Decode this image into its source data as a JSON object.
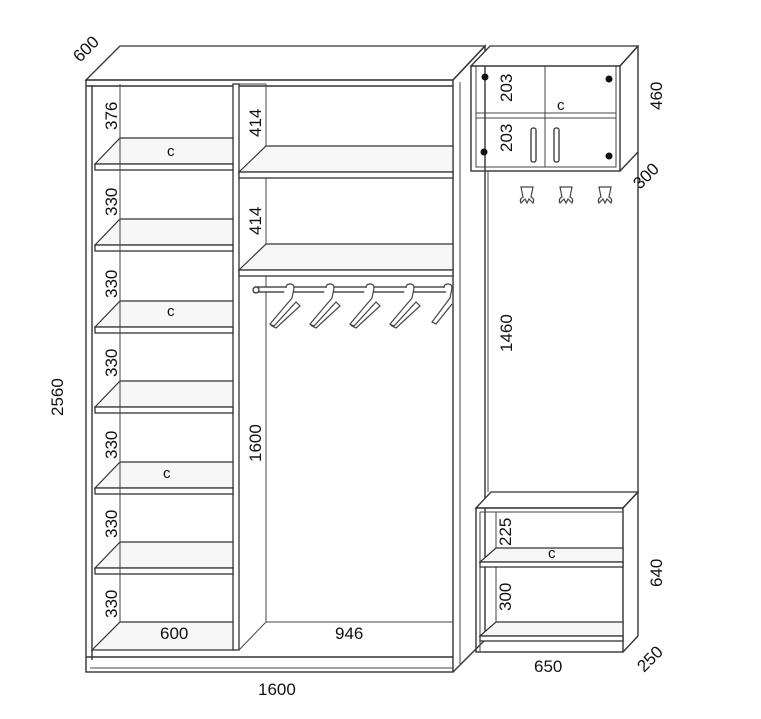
{
  "wardrobe": {
    "depth": "600",
    "total_height": "2560",
    "total_width": "1600",
    "left_section": {
      "shelf_gaps": [
        "376",
        "330",
        "330",
        "330",
        "330",
        "330",
        "330"
      ],
      "width": "600",
      "marks": [
        "c",
        "c",
        "c"
      ]
    },
    "right_section": {
      "upper_gaps": [
        "414",
        "414"
      ],
      "hanging_height": "1600",
      "width": "946"
    }
  },
  "hallway": {
    "cabinet": {
      "gaps": [
        "203",
        "203"
      ],
      "height": "460",
      "depth": "300",
      "mark": "c"
    },
    "panel_height": "1460",
    "bench": {
      "gaps": [
        "225",
        "300"
      ],
      "height": "640",
      "width": "650",
      "depth": "250",
      "mark": "c"
    }
  }
}
